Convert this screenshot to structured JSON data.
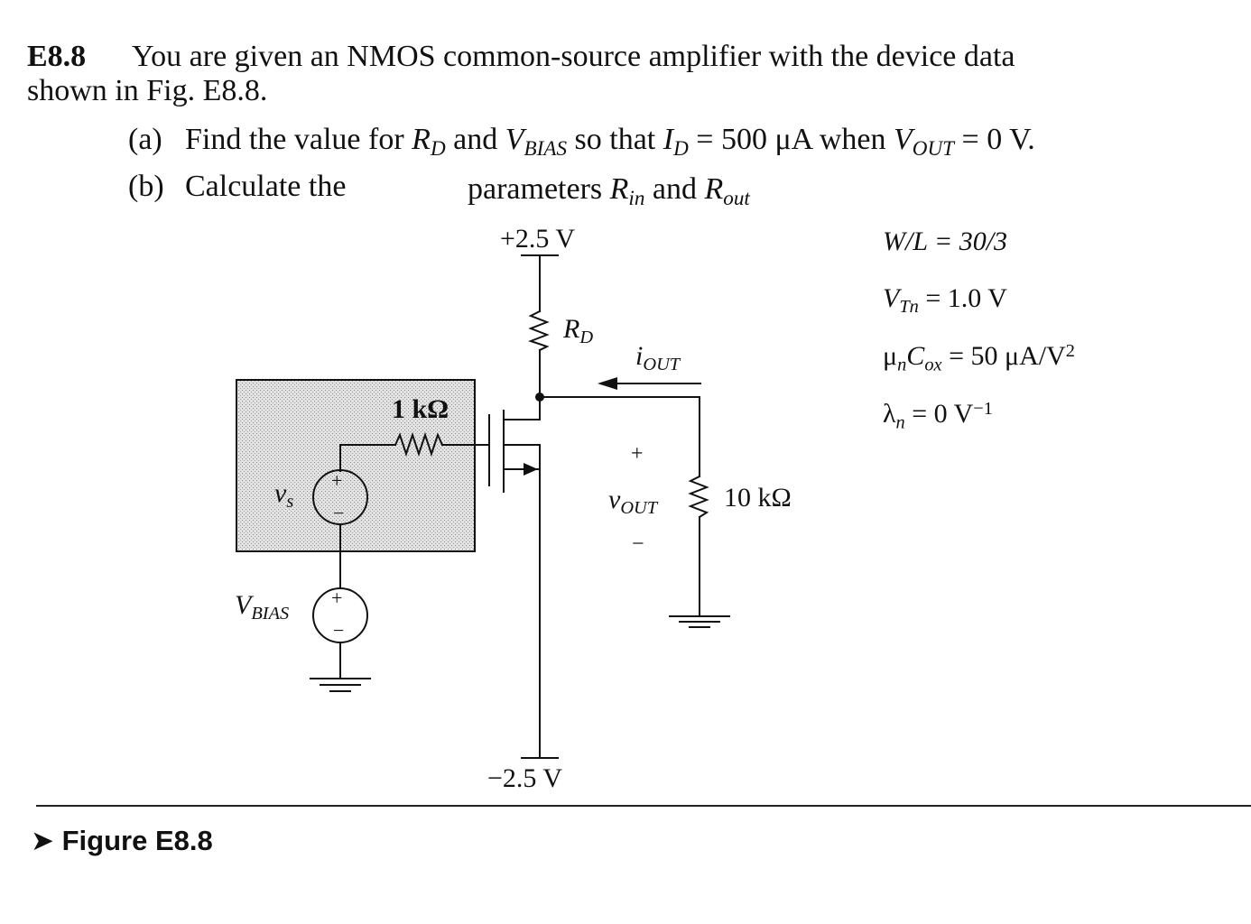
{
  "problem": {
    "number": "E8.8",
    "statement_line1": "You are given an NMOS common-source amplifier with the device data",
    "statement_line2": "shown in Fig. E8.8.",
    "part_a": {
      "label": "(a)",
      "t1": "Find the value for ",
      "rd_main": "R",
      "rd_sub": "D",
      "t2": " and ",
      "vbias_main": "V",
      "vbias_sub": "BIAS",
      "t3": " so that ",
      "id_main": "I",
      "id_sub": "D",
      "t4": " = 500 μA when ",
      "vout_main": "V",
      "vout_sub": "OUT",
      "t5": " = 0 V."
    },
    "part_b": {
      "label": "(b)",
      "t1": "Calculate the",
      "t2": "parameters ",
      "rin_main": "R",
      "rin_sub": "in",
      "t3": " and ",
      "rout_main": "R",
      "rout_sub": "out"
    }
  },
  "circuit": {
    "vdd": "+2.5 V",
    "vss": "−2.5 V",
    "rd_main": "R",
    "rd_sub": "D",
    "iout_main": "i",
    "iout_sub": "OUT",
    "rs_value": "1 kΩ",
    "vs_main": "v",
    "vs_sub": "s",
    "vbias_main": "V",
    "vbias_sub": "BIAS",
    "vout_main": "v",
    "vout_sub": "OUT",
    "plus": "+",
    "minus": "−",
    "rl_value": "10 kΩ"
  },
  "device_data": {
    "wl": "W/L = 30/3",
    "vtn_main": "V",
    "vtn_sub": "Tn",
    "vtn_value": " = 1.0 V",
    "mu_main": "μ",
    "mu_sub": "n",
    "cox_main": "C",
    "cox_sub": "ox",
    "mucox_value": " = 50 μA/V",
    "mucox_exp": "2",
    "lambda_main": "λ",
    "lambda_sub": "n",
    "lambda_value": " = 0 V",
    "lambda_exp": "−1"
  },
  "caption": {
    "arrow": "➤",
    "text": "Figure E8.8"
  },
  "colors": {
    "ink": "#111111",
    "shade": "#d9d9d9",
    "rule": "#222222"
  }
}
